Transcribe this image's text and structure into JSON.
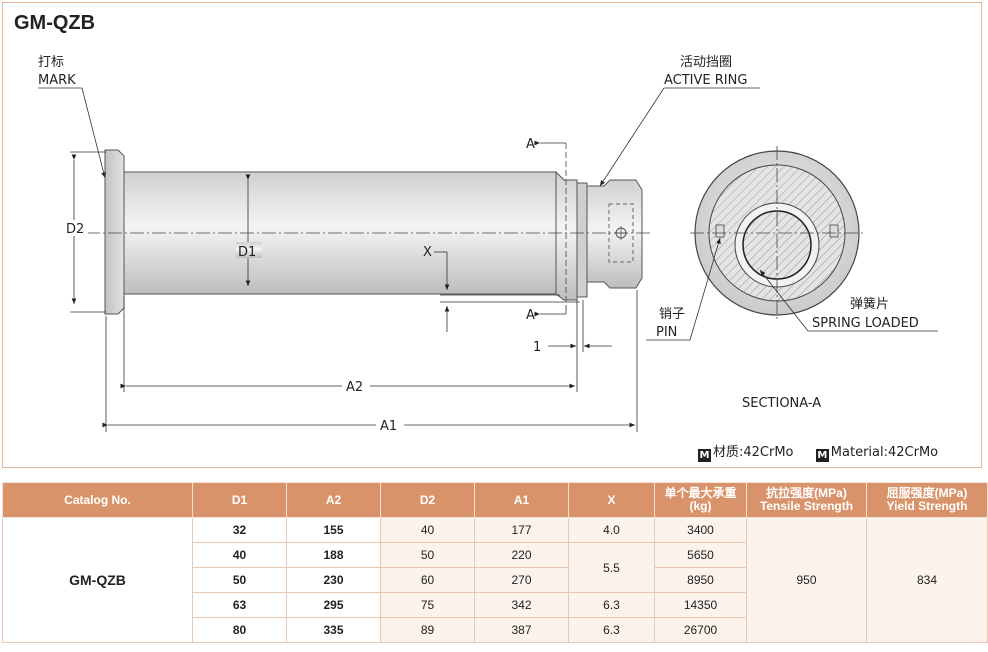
{
  "title": "GM-QZB",
  "drawing": {
    "mark_cn": "打标",
    "mark_en": "MARK",
    "ring_cn": "活动挡圈",
    "ring_en": "ACTIVE RING",
    "pin_cn": "销子",
    "pin_en": "PIN",
    "spring_cn": "弹簧片",
    "spring_en": "SPRING LOADED",
    "section_label": "SECTIONA-A",
    "dim_d2": "D2",
    "dim_d1": "D1",
    "dim_x": "X",
    "dim_a_top": "A",
    "dim_a_bottom": "A",
    "dim_one": "1",
    "dim_a2": "A2",
    "dim_a1": "A1"
  },
  "material": {
    "badge": "M",
    "cn": "材质:42CrMo",
    "en": "Material:42CrMo"
  },
  "table": {
    "headers": {
      "catalog": "Catalog No.",
      "d1": "D1",
      "a2": "A2",
      "d2": "D2",
      "a1": "A1",
      "x": "X",
      "load_cn": "单个最大承重",
      "load_unit": "(kg)",
      "tensile_cn": "抗拉强度(MPa)",
      "tensile_en": "Tensile Strength",
      "yield_cn": "屈服强度(MPa)",
      "yield_en": "Yield Strength"
    },
    "catalog_no": "GM-QZB",
    "rows": [
      {
        "d1": "32",
        "a2": "155",
        "d2": "40",
        "a1": "177",
        "x": "4.0",
        "load": "3400"
      },
      {
        "d1": "40",
        "a2": "188",
        "d2": "50",
        "a1": "220",
        "x": "5.5",
        "load": "5650"
      },
      {
        "d1": "50",
        "a2": "230",
        "d2": "60",
        "a1": "270",
        "x": "",
        "load": "8950"
      },
      {
        "d1": "63",
        "a2": "295",
        "d2": "75",
        "a1": "342",
        "x": "6.3",
        "load": "14350"
      },
      {
        "d1": "80",
        "a2": "335",
        "d2": "89",
        "a1": "387",
        "x": "6.3",
        "load": "26700"
      }
    ],
    "tensile": "950",
    "yield": "834"
  },
  "colors": {
    "header_bg": "#d9936a",
    "panel_border": "#e3b99a",
    "row_alt": "#fbf3ec"
  }
}
